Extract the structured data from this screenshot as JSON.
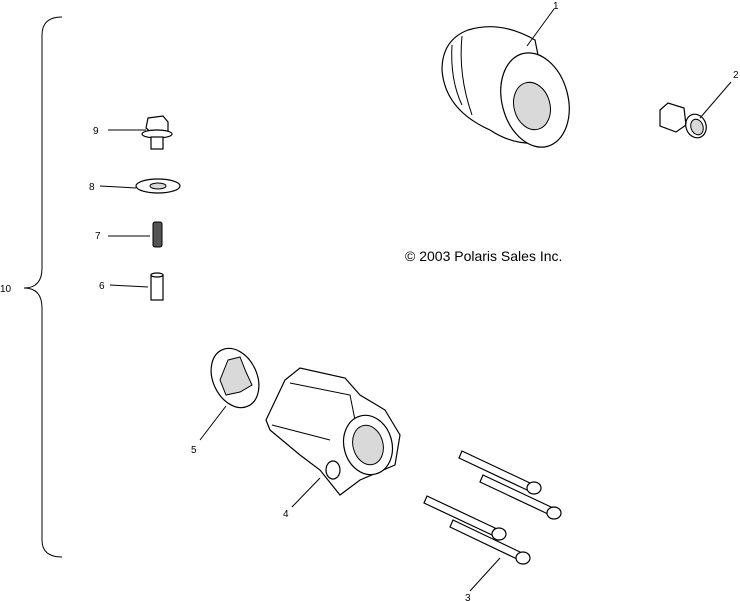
{
  "copyright": "© 2003 Polaris Sales Inc.",
  "callouts": {
    "c1": "1",
    "c2": "2",
    "c3": "3",
    "c4": "4",
    "c5": "5",
    "c6": "6",
    "c7": "7",
    "c8": "8",
    "c9": "9",
    "c10": "10"
  }
}
